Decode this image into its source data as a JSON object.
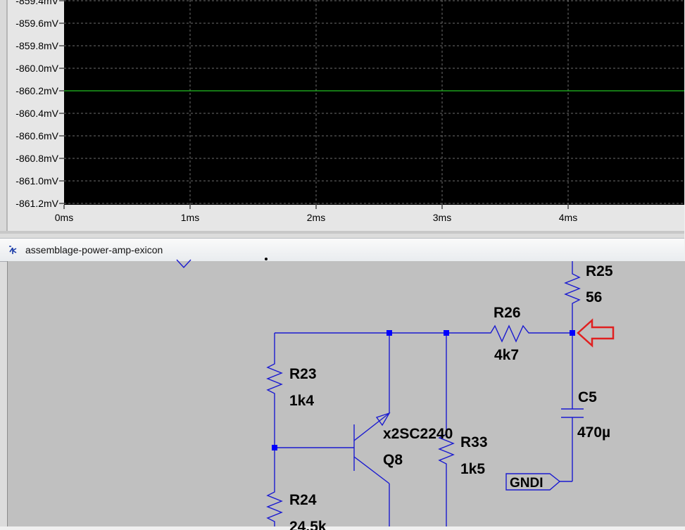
{
  "waveform": {
    "y_axis": {
      "labels": [
        "-859.4mV",
        "-859.6mV",
        "-859.8mV",
        "-860.0mV",
        "-860.2mV",
        "-860.4mV",
        "-860.6mV",
        "-860.8mV",
        "-861.0mV",
        "-861.2mV"
      ],
      "values": [
        -859.4,
        -859.6,
        -859.8,
        -860.0,
        -860.2,
        -860.4,
        -860.6,
        -860.8,
        -861.0,
        -861.2
      ]
    },
    "x_axis": {
      "labels": [
        "0ms",
        "1ms",
        "2ms",
        "3ms",
        "4ms"
      ],
      "values": [
        0,
        1,
        2,
        3,
        4
      ]
    },
    "trace": {
      "color": "#22c022",
      "value_mV": -860.2
    },
    "background": "#000000",
    "grid": true
  },
  "schematic": {
    "title": "assemblage-power-amp-exicon",
    "components": {
      "r25": {
        "name": "R25",
        "value": "56"
      },
      "r26": {
        "name": "R26",
        "value": "4k7"
      },
      "r23": {
        "name": "R23",
        "value": "1k4"
      },
      "r24": {
        "name": "R24",
        "value": "24.5k"
      },
      "r33": {
        "name": "R33",
        "value": "1k5"
      },
      "c5": {
        "name": "C5",
        "value": "470µ"
      },
      "q8": {
        "name": "Q8",
        "model": "x2SC2240"
      },
      "gnd_flag": {
        "label": "GNDI"
      }
    },
    "colors": {
      "wire": "#1a1ad0",
      "junction": "#0000ff",
      "canvas": "#c0c0c0",
      "marker": "#e02020"
    }
  }
}
